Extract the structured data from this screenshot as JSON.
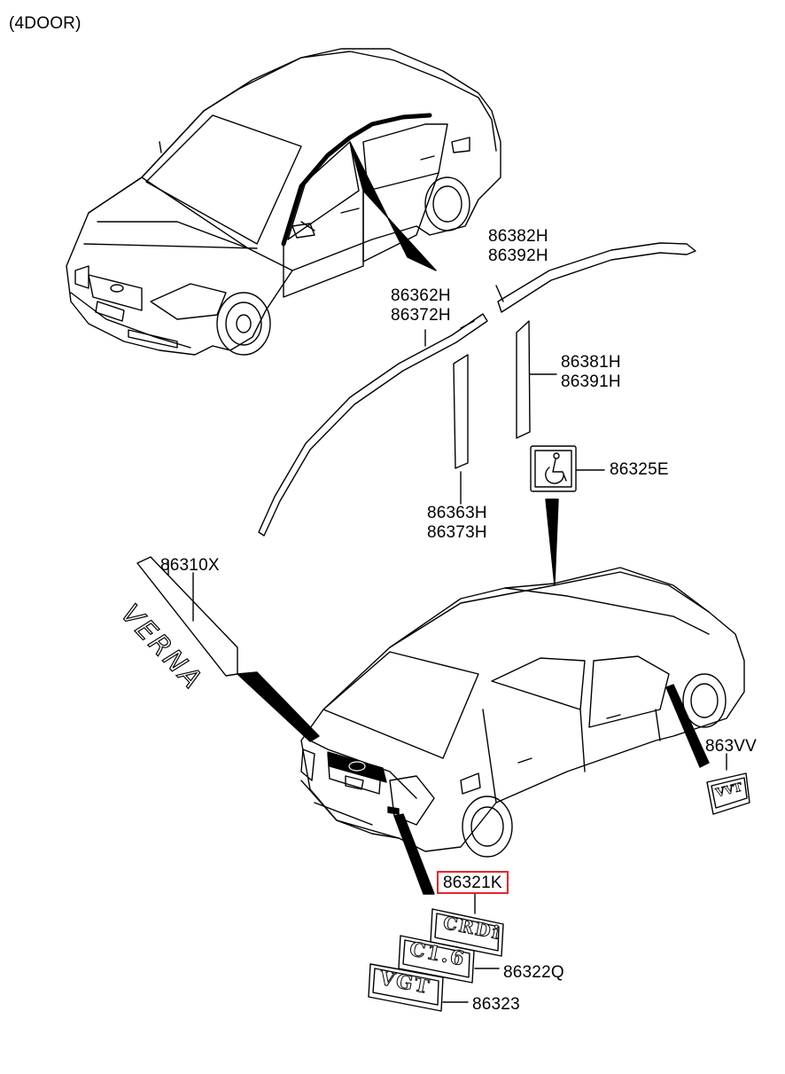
{
  "variant": "(4DOOR)",
  "labels": {
    "p86382": "86382H",
    "p86392": "86392H",
    "p86362": "86362H",
    "p86372": "86372H",
    "p86381": "86381H",
    "p86391": "86391H",
    "p86325": "86325E",
    "p86363": "86363H",
    "p86373": "86373H",
    "p86310": "86310X",
    "p863vv": "863VV",
    "p86321": "86321K",
    "p86322": "86322Q",
    "p86323": "86323"
  },
  "emblems": {
    "verna": "VERNA",
    "vvt": "VVT",
    "crdi": "CRDi",
    "cl6": "C1.6",
    "vgt": "VGT"
  },
  "highlight_color": "#e8262b",
  "icons": [
    "wheelchair-icon"
  ]
}
